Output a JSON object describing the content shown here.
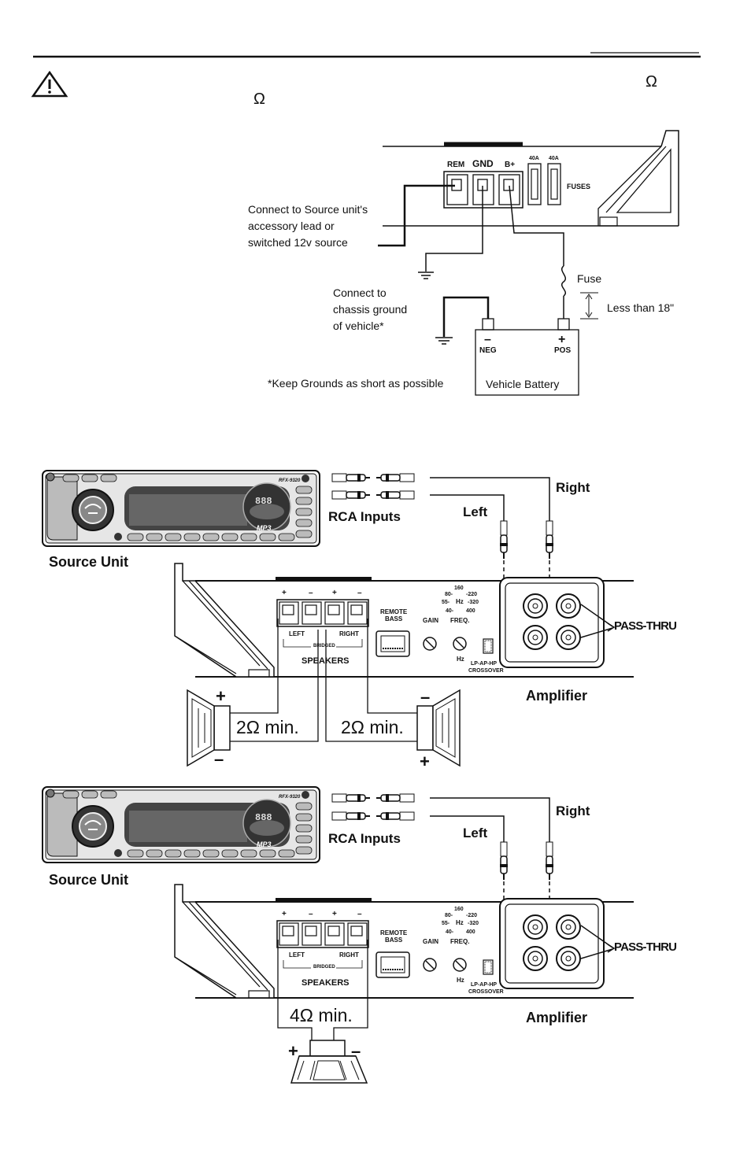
{
  "header": {
    "symbol_right": "Ω",
    "symbol_left": "Ω"
  },
  "power": {
    "terminals": [
      "REM",
      "GND",
      "B+"
    ],
    "fuses": [
      "40A",
      "40A"
    ],
    "fuses_label": "FUSES",
    "rem_note": [
      "Connect to Source unit's",
      "accessory lead or",
      "switched 12v source"
    ],
    "ground_note": [
      "Connect to",
      "chassis ground",
      "of vehicle*"
    ],
    "fuse_label": "Fuse",
    "distance_label": "Less than 18\"",
    "neg_sign": "–",
    "pos_sign": "+",
    "neg_label": "NEG",
    "pos_label": "POS",
    "battery_label": "Vehicle Battery",
    "footnote": "*Keep Grounds as short as possible"
  },
  "stereo": {
    "source_unit": "Source Unit",
    "rca_inputs": "RCA Inputs",
    "right": "Right",
    "left": "Left",
    "amplifier": "Amplifier",
    "pass_thru": "PASS-THRU",
    "remote_bass": [
      "REMOTE",
      "BASS"
    ],
    "gain": "GAIN",
    "freq": "FREQ.",
    "hz": "Hz",
    "freq_scale": [
      "160",
      "80-",
      "-220",
      "55-",
      "Hz",
      "-320",
      "40-",
      "400"
    ],
    "crossover": [
      "LP-AP-HP",
      "CROSSOVER"
    ],
    "speakers": "SPEAKERS",
    "bridged": "BRIDGED",
    "left_ch": "LEFT",
    "right_ch": "RIGHT",
    "polarity": [
      "+",
      "–",
      "+",
      "–"
    ],
    "speaker_left_label": "2Ω min.",
    "speaker_right_label": "2Ω min.",
    "plus": "+",
    "minus": "–",
    "model": "RFX-9320",
    "mp3": "MP3"
  },
  "mono": {
    "source_unit": "Source Unit",
    "rca_inputs": "RCA Inputs",
    "right": "Right",
    "left": "Left",
    "amplifier": "Amplifier",
    "pass_thru": "PASS-THRU",
    "speaker_label": "4Ω min.",
    "plus": "+",
    "minus": "–"
  }
}
